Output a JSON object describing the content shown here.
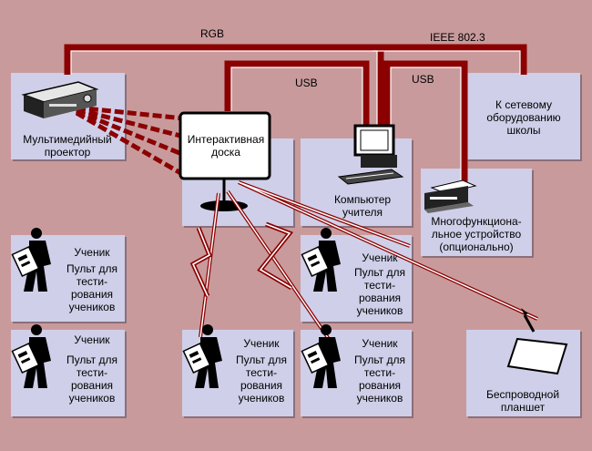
{
  "links": {
    "rgb": "RGB",
    "ieee": "IEEE 802.3",
    "usb_left": "USB",
    "usb_right": "USB"
  },
  "nodes": {
    "projector": "Мультимедийный проектор",
    "whiteboard": "Интерактивная доска",
    "teacher_pc": "Компьютер учителя",
    "school_network": "К сетевому оборудованию школы",
    "mfp": "Многофункциона-льное устройство (опционально)",
    "tablet": "Беспроводной планшет"
  },
  "students": [
    {
      "title": "Ученик",
      "device": "Пульт для тести-рования учеников"
    },
    {
      "title": "Ученик",
      "device": "Пульт для тести-рования учеников"
    },
    {
      "title": "Ученик",
      "device": "Пульт для тести-рования учеников"
    },
    {
      "title": "Ученик",
      "device": "Пульт для тести-рования учеников"
    },
    {
      "title": "Ученик",
      "device": "Пульт для тести-рования учеников"
    }
  ],
  "colors": {
    "background": "#c99a9c",
    "box": "#cfcfe9",
    "cable": "#8b0000",
    "cable_light": "#ffffff"
  }
}
